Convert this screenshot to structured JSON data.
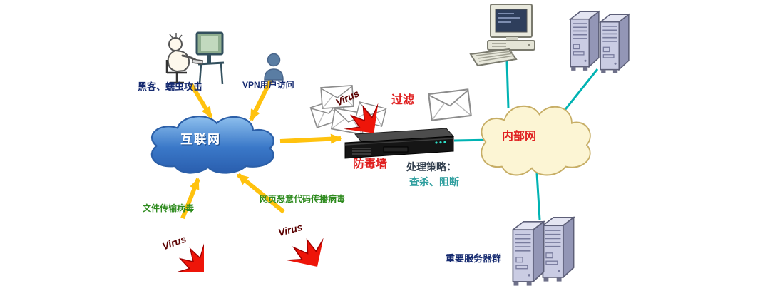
{
  "diagram": {
    "internet_cloud": {
      "label": "互联网"
    },
    "intranet_cloud": {
      "label": "内部网"
    },
    "hacker": {
      "label": "黑客、蠕虫攻击"
    },
    "vpn_user": {
      "label": "VPN用户访问"
    },
    "mail_filter": {
      "label": "过滤"
    },
    "firewall": {
      "label": "防毒墙"
    },
    "strategy": {
      "title": "处理策略：",
      "detail": "查杀、阻断"
    },
    "virus_bursts": {
      "mail": "Virus",
      "file": "Virus",
      "web": "Virus"
    },
    "threats": {
      "file_virus": "文件传输病毒",
      "web_virus": "网页恶意代码传播病毒"
    },
    "server_group": {
      "label": "重要服务器群"
    }
  },
  "colors": {
    "internet_cloud_fill": "#3a78c8",
    "intranet_cloud_fill": "#fcf5d4",
    "virus_red": "#ee1509",
    "arrow_yellow": "#ffc20e",
    "link_teal": "#00b3b3",
    "label_red": "#e02020",
    "label_green": "#2e8b1e",
    "label_navy": "#152a70",
    "strategy_teal": "#2e9e9e"
  }
}
